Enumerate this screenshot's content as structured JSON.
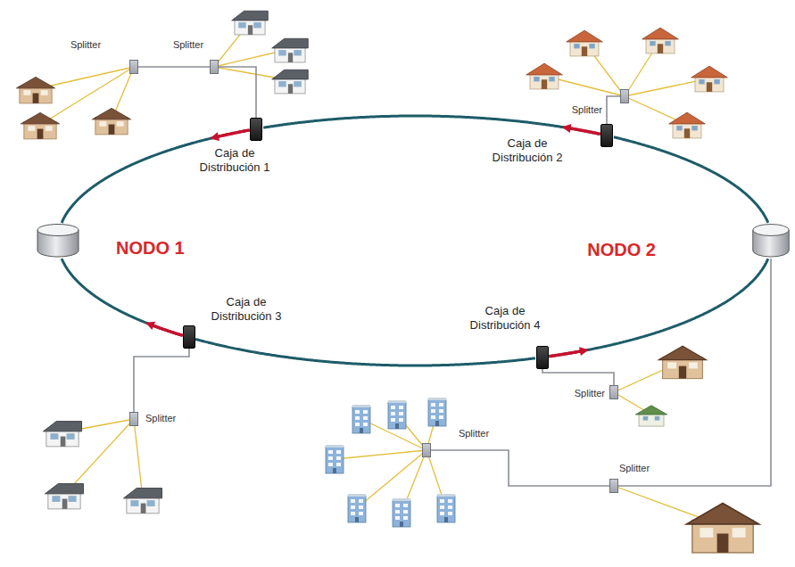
{
  "diagram": {
    "nodes": [
      {
        "text": [
          "Splitter"
        ]
      },
      {
        "text": [
          "Splitter"
        ]
      },
      {
        "text": [
          "Caja de Distribución 1"
        ]
      },
      {
        "text": [
          "Splitter"
        ]
      },
      {
        "text": [
          "Caja de Distribución 2"
        ]
      },
      {
        "text": [
          "NODO 1"
        ]
      },
      {
        "text": [
          "NODO 2"
        ]
      },
      {
        "text": [
          "Caja de Distribución 3"
        ]
      },
      {
        "text": [
          "Caja de Distribución 4"
        ]
      },
      {
        "text": [
          "Splitter"
        ]
      },
      {
        "text": [
          "Splitter"
        ]
      },
      {
        "text": [
          "Splitter"
        ]
      },
      {
        "text": [
          "Splitter"
        ]
      }
    ],
    "edges": [
      {
        "from": 5,
        "to": 2,
        "arrow": "none"
      },
      {
        "from": 2,
        "to": 4,
        "arrow": "none"
      },
      {
        "from": 4,
        "to": 6,
        "arrow": "none"
      },
      {
        "from": 6,
        "to": 8,
        "arrow": "none"
      },
      {
        "from": 8,
        "to": 7,
        "arrow": "none"
      },
      {
        "from": 7,
        "to": 5,
        "arrow": "none"
      },
      {
        "from": 2,
        "to": 1,
        "arrow": "none"
      },
      {
        "from": 1,
        "to": 0,
        "arrow": "none"
      },
      {
        "from": 4,
        "to": 3,
        "arrow": "none"
      },
      {
        "from": 7,
        "to": 10,
        "arrow": "none"
      },
      {
        "from": 8,
        "to": 9,
        "arrow": "none"
      },
      {
        "from": 6,
        "to": 12,
        "arrow": "none"
      },
      {
        "from": 12,
        "to": 11,
        "arrow": "none"
      }
    ]
  }
}
